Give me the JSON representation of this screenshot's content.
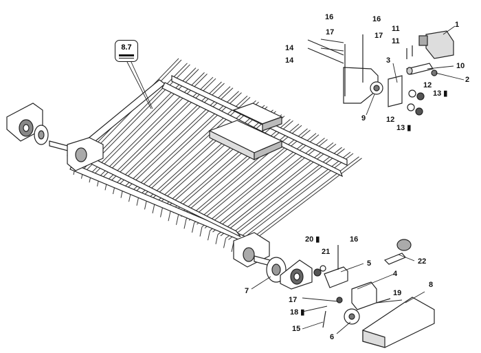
{
  "reference": "8.7",
  "callouts": [
    {
      "id": "c1",
      "text": "1"
    },
    {
      "id": "c2",
      "text": "2"
    },
    {
      "id": "c3",
      "text": "3"
    },
    {
      "id": "c4",
      "text": "4"
    },
    {
      "id": "c5",
      "text": "5"
    },
    {
      "id": "c6",
      "text": "6"
    },
    {
      "id": "c7",
      "text": "7"
    },
    {
      "id": "c8",
      "text": "8"
    },
    {
      "id": "c9",
      "text": "9"
    },
    {
      "id": "c10",
      "text": "10"
    },
    {
      "id": "c11a",
      "text": "11"
    },
    {
      "id": "c11b",
      "text": "11"
    },
    {
      "id": "c12a",
      "text": "12"
    },
    {
      "id": "c12b",
      "text": "12"
    },
    {
      "id": "c13a",
      "text": "13 ▮"
    },
    {
      "id": "c13b",
      "text": "13 ▮"
    },
    {
      "id": "c14a",
      "text": "14"
    },
    {
      "id": "c14b",
      "text": "14"
    },
    {
      "id": "c15",
      "text": "15"
    },
    {
      "id": "c16a",
      "text": "16"
    },
    {
      "id": "c16b",
      "text": "16"
    },
    {
      "id": "c16c",
      "text": "16"
    },
    {
      "id": "c17a",
      "text": "17"
    },
    {
      "id": "c17b",
      "text": "17"
    },
    {
      "id": "c17c",
      "text": "17"
    },
    {
      "id": "c18",
      "text": "18 ▮"
    },
    {
      "id": "c19",
      "text": "19"
    },
    {
      "id": "c20",
      "text": "20 ▮"
    },
    {
      "id": "c21",
      "text": "21"
    },
    {
      "id": "c22",
      "text": "22"
    }
  ],
  "colors": {
    "line": "#222222",
    "fill": "#ffffff",
    "shade": "#cfcfcf",
    "dark": "#555555"
  }
}
